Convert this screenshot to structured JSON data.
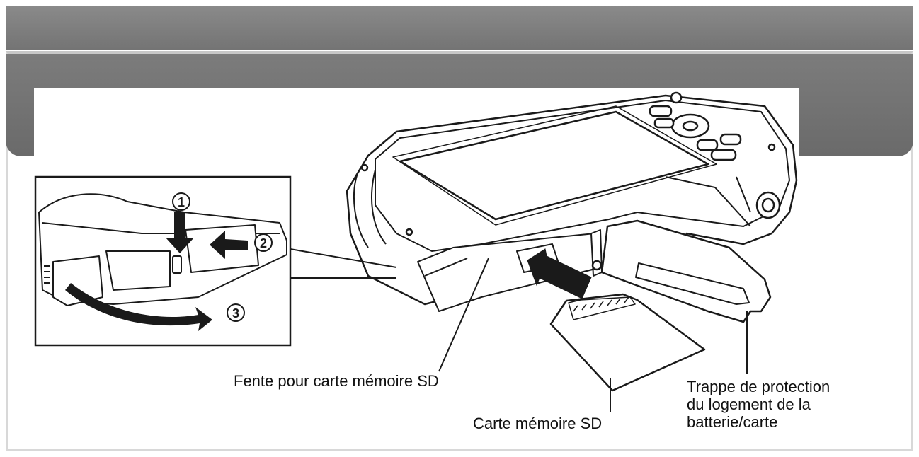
{
  "labels": {
    "slot": "Fente pour carte mémoire SD",
    "card": "Carte mémoire SD",
    "door_line1": "Trappe de protection",
    "door_line2": "du logement de la",
    "door_line3": "batterie/carte"
  },
  "steps": [
    "1",
    "2",
    "3"
  ],
  "colors": {
    "line": "#1a1a1a",
    "band": "#747474",
    "frame_border": "#d8d8d8"
  }
}
